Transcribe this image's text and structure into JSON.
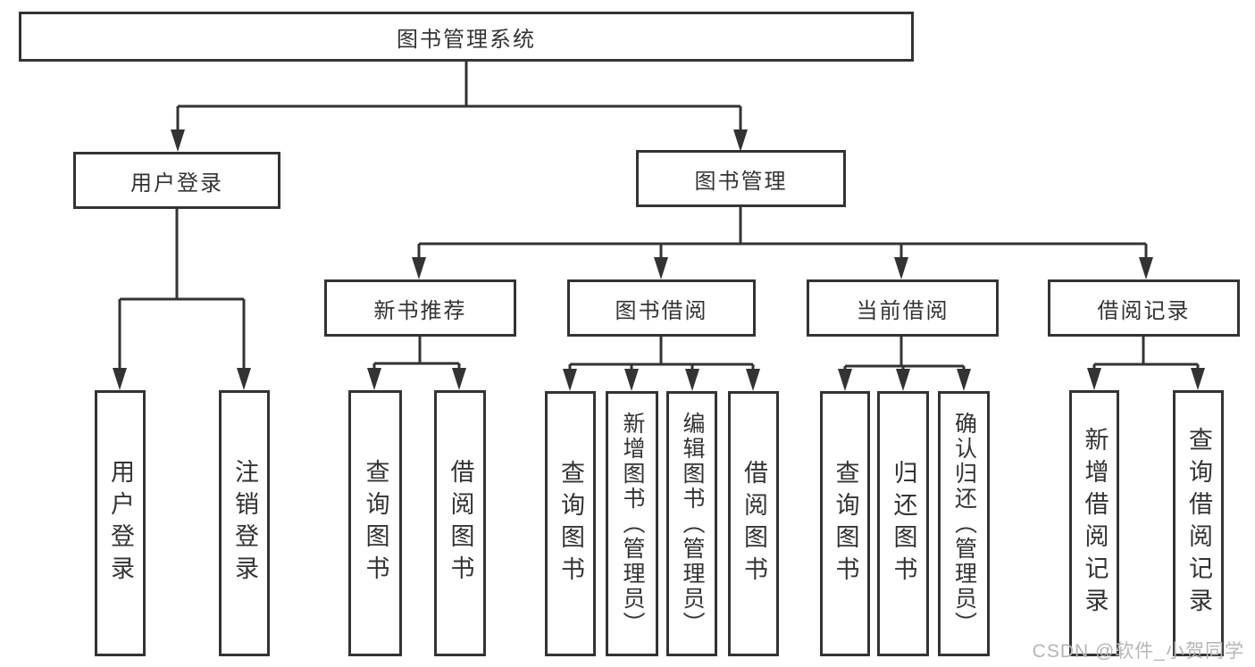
{
  "diagram": {
    "title": "图书管理系统",
    "tree": {
      "label": "图书管理系统",
      "children": [
        {
          "label": "用户登录",
          "children": [
            {
              "label": "用户登录"
            },
            {
              "label": "注销登录"
            }
          ]
        },
        {
          "label": "图书管理",
          "children": [
            {
              "label": "新书推荐",
              "children": [
                {
                  "label": "查询图书"
                },
                {
                  "label": "借阅图书"
                }
              ]
            },
            {
              "label": "图书借阅",
              "children": [
                {
                  "label": "查询图书"
                },
                {
                  "label": "新增图书（管理员）"
                },
                {
                  "label": "编辑图书（管理员）"
                },
                {
                  "label": "借阅图书"
                }
              ]
            },
            {
              "label": "当前借阅",
              "children": [
                {
                  "label": "查询图书"
                },
                {
                  "label": "归还图书"
                },
                {
                  "label": "确认归还（管理员）"
                }
              ]
            },
            {
              "label": "借阅记录",
              "children": [
                {
                  "label": "新增借阅记录"
                },
                {
                  "label": "查询借阅记录"
                }
              ]
            }
          ]
        }
      ]
    },
    "watermark": "CSDN @软件_小贺同学",
    "colors": {
      "line": "#333333",
      "text": "#333333",
      "background": "#ffffff",
      "watermark": "#b5b5b5"
    }
  }
}
